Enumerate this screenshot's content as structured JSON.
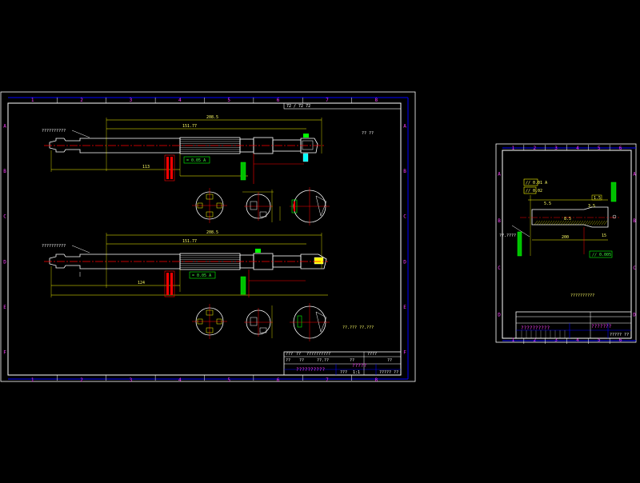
{
  "colors": {
    "background": "#000000",
    "frame": "#ffffff",
    "border": "#0000ff",
    "dimension": "#ffff00",
    "part": "#ffffff",
    "centerline": "#ff0000",
    "annotation": "#00ff00",
    "title_text": "#ff00ff",
    "cyan": "#00ffff"
  },
  "sheet_main": {
    "zone_cols": [
      "1",
      "2",
      "3",
      "4",
      "5",
      "6",
      "7",
      "8"
    ],
    "zone_rows": [
      "A",
      "B",
      "C",
      "D",
      "E",
      "F"
    ],
    "top_note": "72 / 72 72",
    "view1": {
      "label": "??????????",
      "dim_total": "208.5",
      "dim_mid": "151.77",
      "dim_low": "113",
      "tol_box": "= 0.05 A",
      "side_note": "?? ??"
    },
    "view2": {
      "label": "??????????",
      "dim_total": "208.5",
      "dim_mid": "151.77",
      "dim_low": "124",
      "tol_box": "= 0.05 A",
      "note": "??.???  ??.???"
    },
    "title_block": {
      "header": [
        "???",
        "??",
        "??????????",
        "????"
      ],
      "row2": [
        "??",
        "??",
        "??.??",
        "",
        "??",
        "??"
      ],
      "drawing_title": "??????????",
      "part_name": "?????",
      "scale": "1:1",
      "company": "????? ??",
      "approve": "???"
    }
  },
  "sheet_small": {
    "zone_cols": [
      "1",
      "2",
      "3",
      "4",
      "5",
      "6"
    ],
    "zone_rows": [
      "A",
      "B",
      "C",
      "D"
    ],
    "tol1": "// 0.01 A",
    "tol2": "// 0.02",
    "tol3": "// 0.005",
    "dims": [
      "5.5",
      "1.5",
      "8.5",
      "3.5",
      "15",
      "200"
    ],
    "leader_note": "??.????",
    "section_label": "??????????",
    "title_block": {
      "drawing_title": "??????????",
      "part_name": "???????",
      "company": "????? ??"
    }
  }
}
